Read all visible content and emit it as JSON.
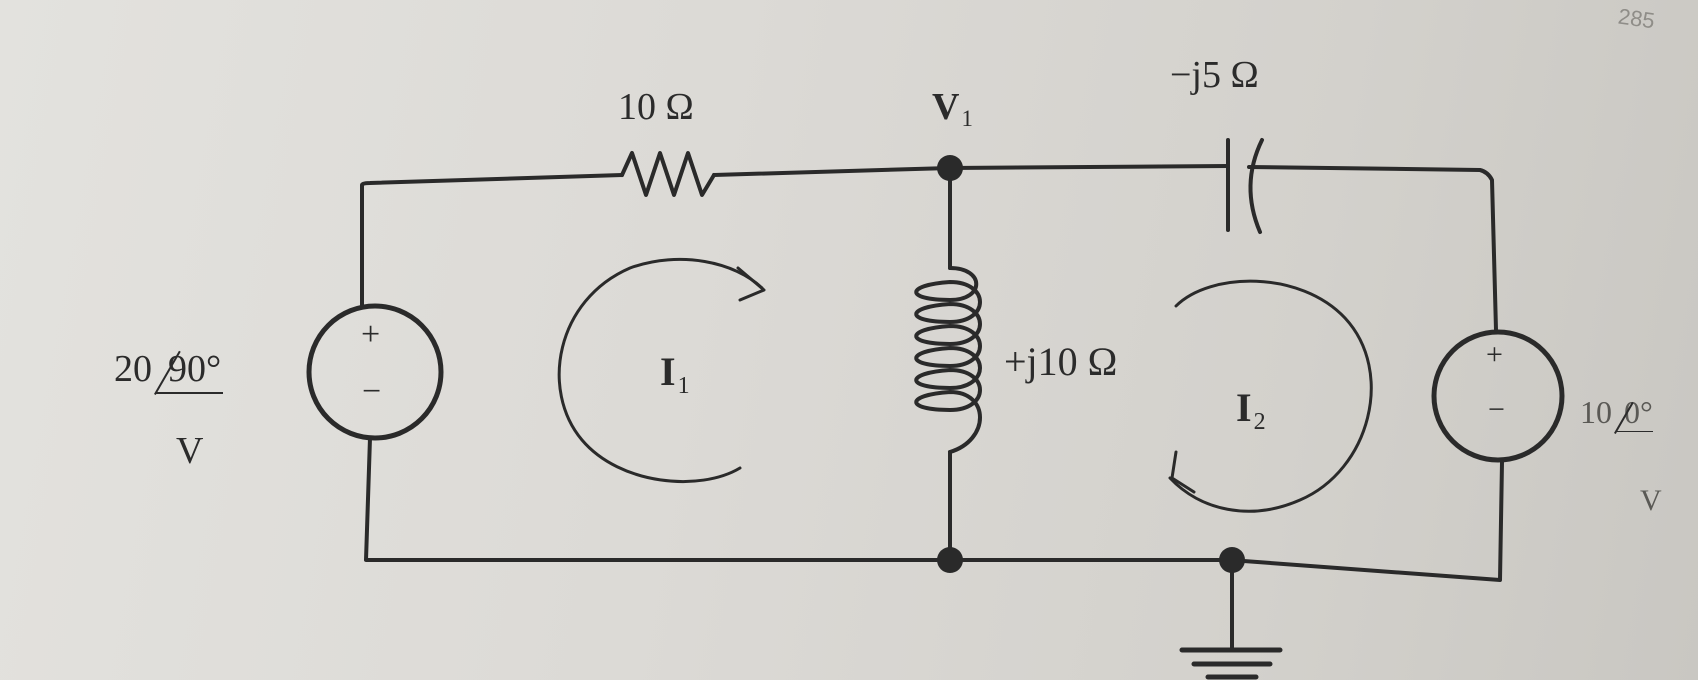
{
  "corner_page_text": "285",
  "components": {
    "resistor": {
      "label": "10 Ω"
    },
    "capacitor": {
      "label": "−j5 Ω"
    },
    "inductor": {
      "label": "+j10 Ω"
    }
  },
  "node": {
    "name": "V",
    "sub": "1"
  },
  "sources": {
    "left": {
      "magnitude": "20",
      "angle": "90°",
      "unit": "V",
      "plus": "+",
      "minus": "−"
    },
    "right": {
      "magnitude": "10",
      "angle": "0°",
      "unit": "V",
      "plus": "+",
      "minus": "−"
    }
  },
  "mesh_currents": {
    "left": {
      "name": "I",
      "sub": "1"
    },
    "right": {
      "name": "I",
      "sub": "2"
    }
  },
  "colors": {
    "wire": "#2a2a2a",
    "paper": "#dcdad6",
    "ink": "#2b2b2b"
  }
}
